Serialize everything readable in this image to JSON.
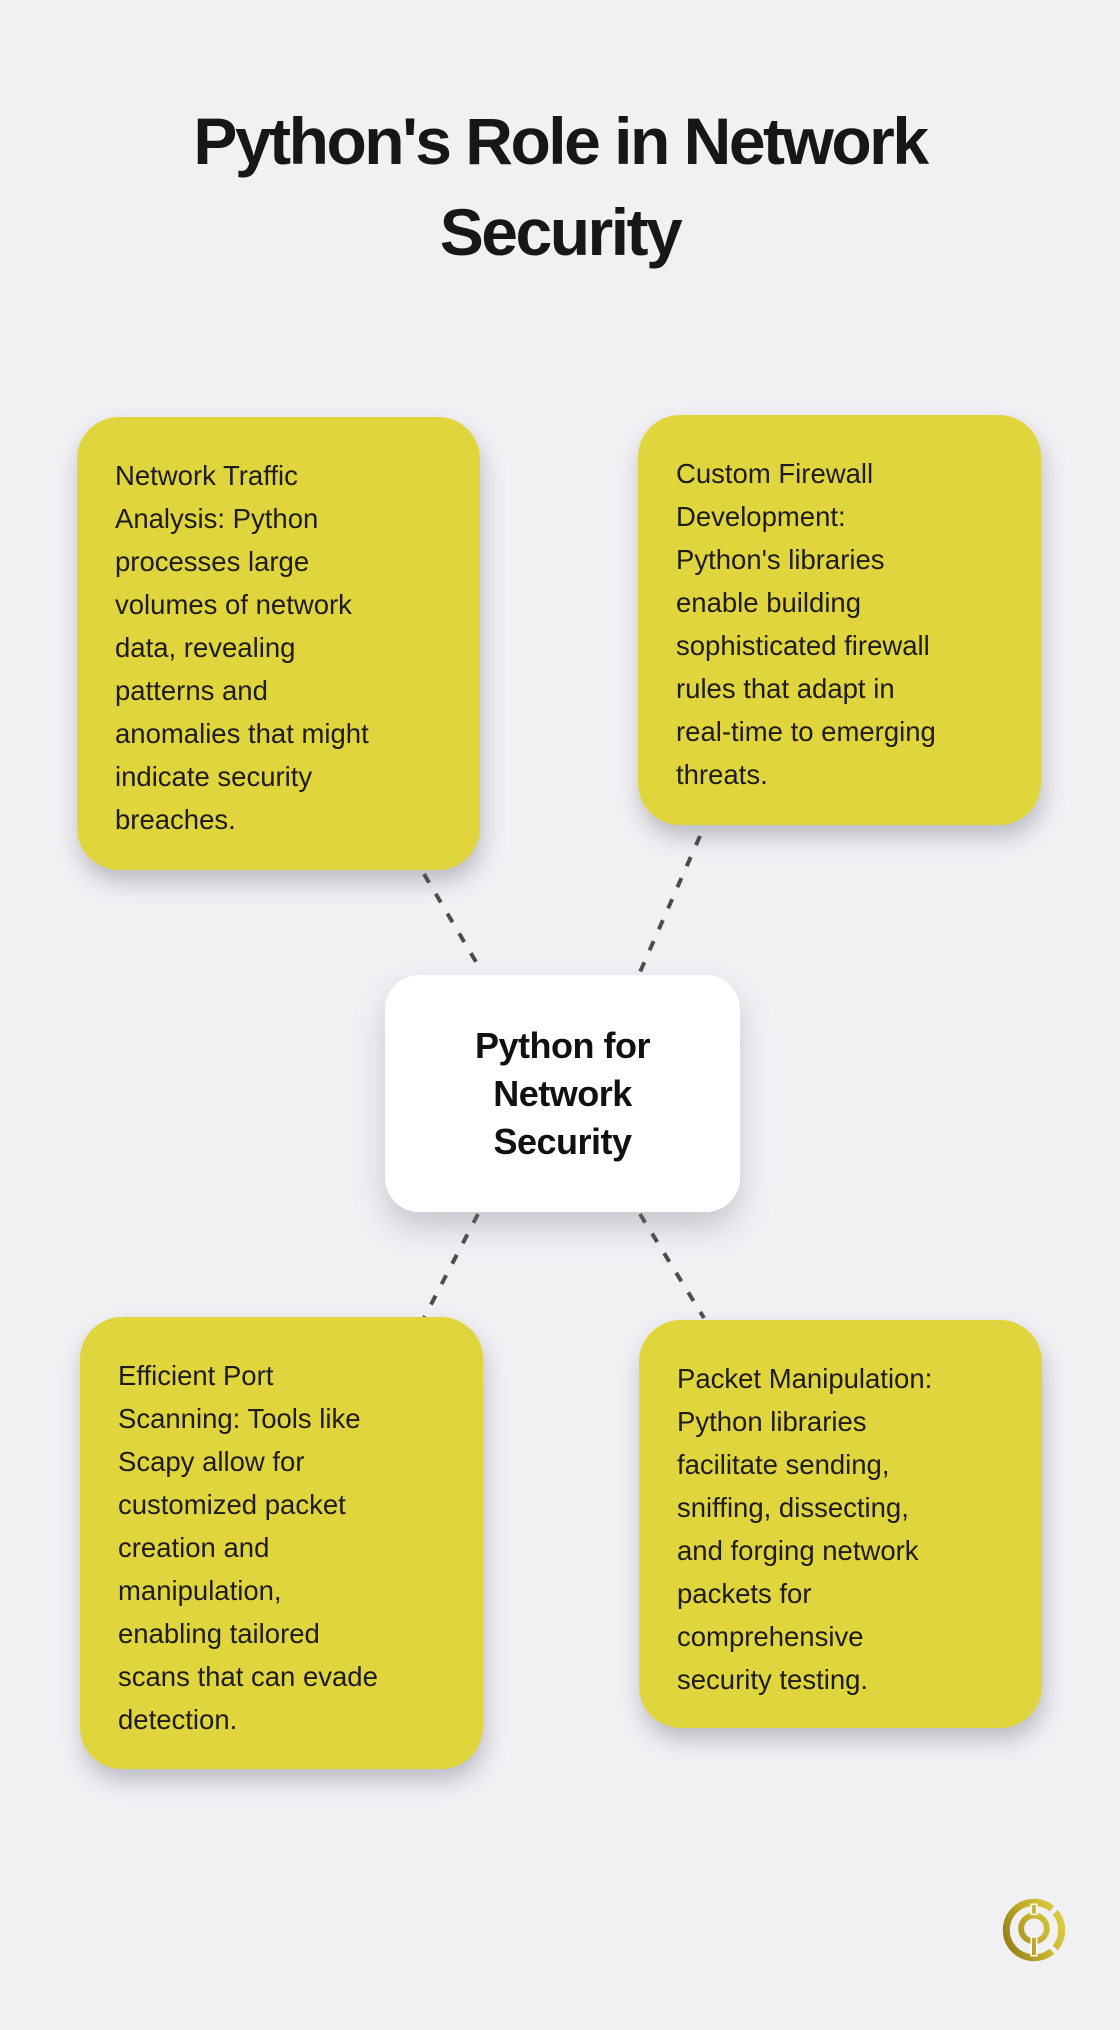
{
  "title": "Python's Role in Network\nSecurity",
  "center_node": {
    "label": "Python for\nNetwork\nSecurity"
  },
  "cards": {
    "network_traffic": {
      "text": "Network Traffic\nAnalysis: Python\nprocesses large\nvolumes of network\ndata, revealing\npatterns and\nanomalies that might\nindicate security\nbreaches."
    },
    "custom_firewall": {
      "text": "Custom Firewall\nDevelopment:\nPython's libraries\nenable building\nsophisticated firewall\nrules that adapt in\nreal-time to emerging\nthreats."
    },
    "port_scanning": {
      "text": "Efficient Port\nScanning: Tools like\nScapy allow for\ncustomized packet\ncreation and\nmanipulation,\nenabling tailored\nscans that can evade\ndetection."
    },
    "packet_manipulation": {
      "text": "Packet Manipulation:\nPython libraries\nfacilitate sending,\nsniffing, dissecting,\nand forging network\npackets for\ncomprehensive\nsecurity testing."
    }
  },
  "colors": {
    "background": "#F1F1F4",
    "card_yellow": "#E1D53D",
    "card_text": "#1C1C1C",
    "title_text": "#171717",
    "center_node_bg": "#FFFFFF",
    "connector_gray": "#4D4D4D",
    "logo_gold_dark": "#8F7A15",
    "logo_gold_mid": "#C4B02A",
    "logo_gold_light": "#E0CF4B"
  }
}
